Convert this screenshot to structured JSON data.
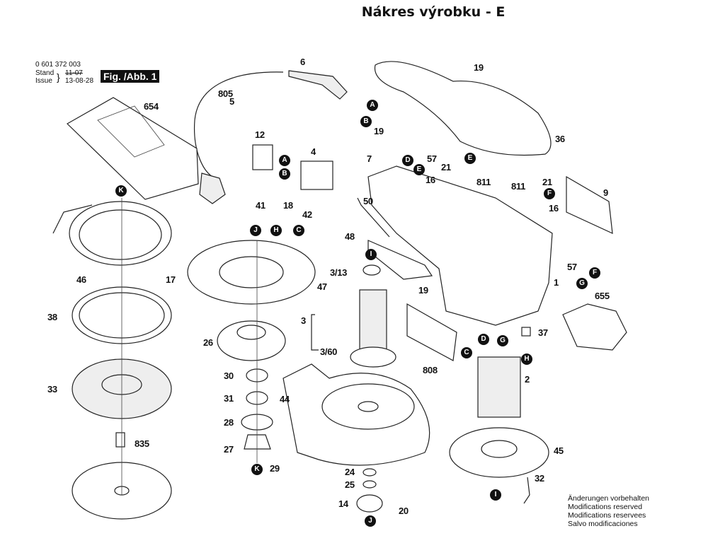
{
  "title": "Nákres výrobku - E",
  "header_meta": {
    "part_number": "0 601 372 003",
    "stand_label": "Stand",
    "issue_label": "Issue",
    "stand_value_struck": "11-07",
    "issue_value": "13-08-28",
    "figure_badge": "Fig. /Abb. 1"
  },
  "notes": [
    "Änderungen vorbehalten",
    "Modifications reserved",
    "Modifications reservees",
    "Salvo modificaciones"
  ],
  "part_labels": [
    {
      "id": "p6",
      "text": "6"
    },
    {
      "id": "p805",
      "text": "805"
    },
    {
      "id": "p5",
      "text": "5"
    },
    {
      "id": "p654",
      "text": "654"
    },
    {
      "id": "p12",
      "text": "12"
    },
    {
      "id": "p4",
      "text": "4"
    },
    {
      "id": "p41",
      "text": "41"
    },
    {
      "id": "p18",
      "text": "18"
    },
    {
      "id": "p42",
      "text": "42"
    },
    {
      "id": "p19a",
      "text": "19"
    },
    {
      "id": "p19b",
      "text": "19"
    },
    {
      "id": "p19c",
      "text": "19"
    },
    {
      "id": "p36",
      "text": "36"
    },
    {
      "id": "p7",
      "text": "7"
    },
    {
      "id": "p57a",
      "text": "57"
    },
    {
      "id": "p21a",
      "text": "21"
    },
    {
      "id": "p16a",
      "text": "16"
    },
    {
      "id": "p811a",
      "text": "811"
    },
    {
      "id": "p811b",
      "text": "811"
    },
    {
      "id": "p21b",
      "text": "21"
    },
    {
      "id": "p16b",
      "text": "16"
    },
    {
      "id": "p9",
      "text": "9"
    },
    {
      "id": "p50",
      "text": "50"
    },
    {
      "id": "p48",
      "text": "48"
    },
    {
      "id": "p57b",
      "text": "57"
    },
    {
      "id": "p1",
      "text": "1"
    },
    {
      "id": "p655",
      "text": "655"
    },
    {
      "id": "p46",
      "text": "46"
    },
    {
      "id": "p17",
      "text": "17"
    },
    {
      "id": "p47",
      "text": "47"
    },
    {
      "id": "p313",
      "text": "3/13"
    },
    {
      "id": "p3",
      "text": "3"
    },
    {
      "id": "p360",
      "text": "3/60"
    },
    {
      "id": "p38",
      "text": "38"
    },
    {
      "id": "p26",
      "text": "26"
    },
    {
      "id": "p37",
      "text": "37"
    },
    {
      "id": "p808",
      "text": "808"
    },
    {
      "id": "p2",
      "text": "2"
    },
    {
      "id": "p33",
      "text": "33"
    },
    {
      "id": "p30",
      "text": "30"
    },
    {
      "id": "p31",
      "text": "31"
    },
    {
      "id": "p44",
      "text": "44"
    },
    {
      "id": "p28",
      "text": "28"
    },
    {
      "id": "p835",
      "text": "835"
    },
    {
      "id": "p27",
      "text": "27"
    },
    {
      "id": "p29",
      "text": "29"
    },
    {
      "id": "p45",
      "text": "45"
    },
    {
      "id": "p24",
      "text": "24"
    },
    {
      "id": "p25",
      "text": "25"
    },
    {
      "id": "p32",
      "text": "32"
    },
    {
      "id": "p14",
      "text": "14"
    },
    {
      "id": "p20",
      "text": "20"
    }
  ],
  "connector_badges": [
    {
      "id": "bA1",
      "text": "A"
    },
    {
      "id": "bB1",
      "text": "B"
    },
    {
      "id": "bA2",
      "text": "A"
    },
    {
      "id": "bB2",
      "text": "B"
    },
    {
      "id": "bH1",
      "text": "H"
    },
    {
      "id": "bC1",
      "text": "C"
    },
    {
      "id": "bJ1",
      "text": "J"
    },
    {
      "id": "bD1",
      "text": "D"
    },
    {
      "id": "bE1",
      "text": "E"
    },
    {
      "id": "bE2",
      "text": "E"
    },
    {
      "id": "bF1",
      "text": "F"
    },
    {
      "id": "bF2",
      "text": "F"
    },
    {
      "id": "bG1",
      "text": "G"
    },
    {
      "id": "bK1",
      "text": "K"
    },
    {
      "id": "bI1",
      "text": "I"
    },
    {
      "id": "bD2",
      "text": "D"
    },
    {
      "id": "bG2",
      "text": "G"
    },
    {
      "id": "bC2",
      "text": "C"
    },
    {
      "id": "bH2",
      "text": "H"
    },
    {
      "id": "bK2",
      "text": "K"
    },
    {
      "id": "bI2",
      "text": "I"
    },
    {
      "id": "bJ2",
      "text": "J"
    }
  ]
}
